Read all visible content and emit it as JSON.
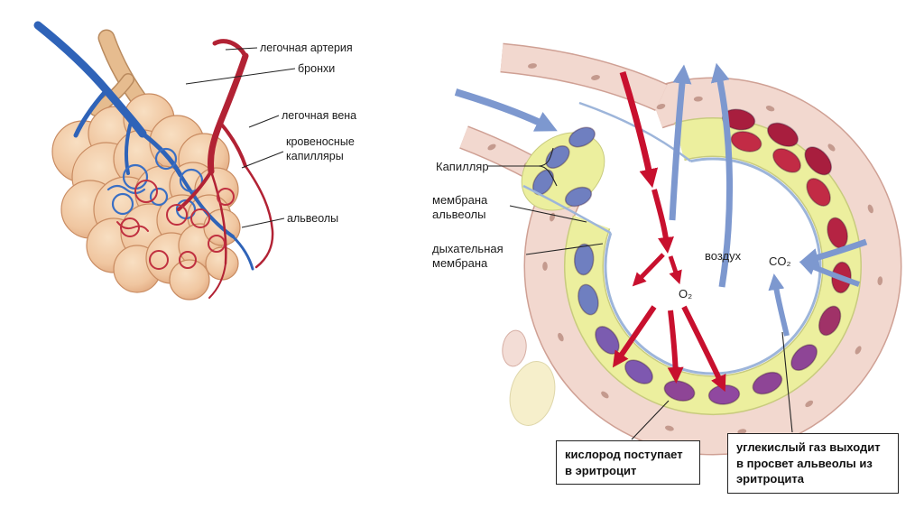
{
  "left_figure": {
    "labels": {
      "pulmonary_artery": "легочная артерия",
      "bronchi": "бронхи",
      "pulmonary_vein": "легочная вена",
      "capillaries": "кровеносные капилляры",
      "alveoli": "альвеолы"
    }
  },
  "right_figure": {
    "labels": {
      "capillary": "Капилляр",
      "alveolar_membrane": "мембрана альвеолы",
      "respiratory_membrane": "дыхательная мембрана",
      "air": "воздух",
      "o2": "O₂",
      "co2": "CO₂"
    },
    "callouts": {
      "oxygen_box": "кислород поступает в эритроцит",
      "co2_box": "углекислый газ выходит в просвет альвеолы из эритроцита"
    }
  },
  "colors": {
    "oxygen_arrow": "#c8102e",
    "co2_arrow": "#7d98cf",
    "erythrocyte_red": "#c22b45",
    "erythrocyte_purple": "#8e4596",
    "erythrocyte_blue": "#6f7fc0",
    "capillary_wall": "#f2d8cf",
    "alveolus_cytoplasm": "#ecef9e",
    "alveolar_membrane": "#9db5da",
    "tissue_peach": "#f3cba8"
  }
}
